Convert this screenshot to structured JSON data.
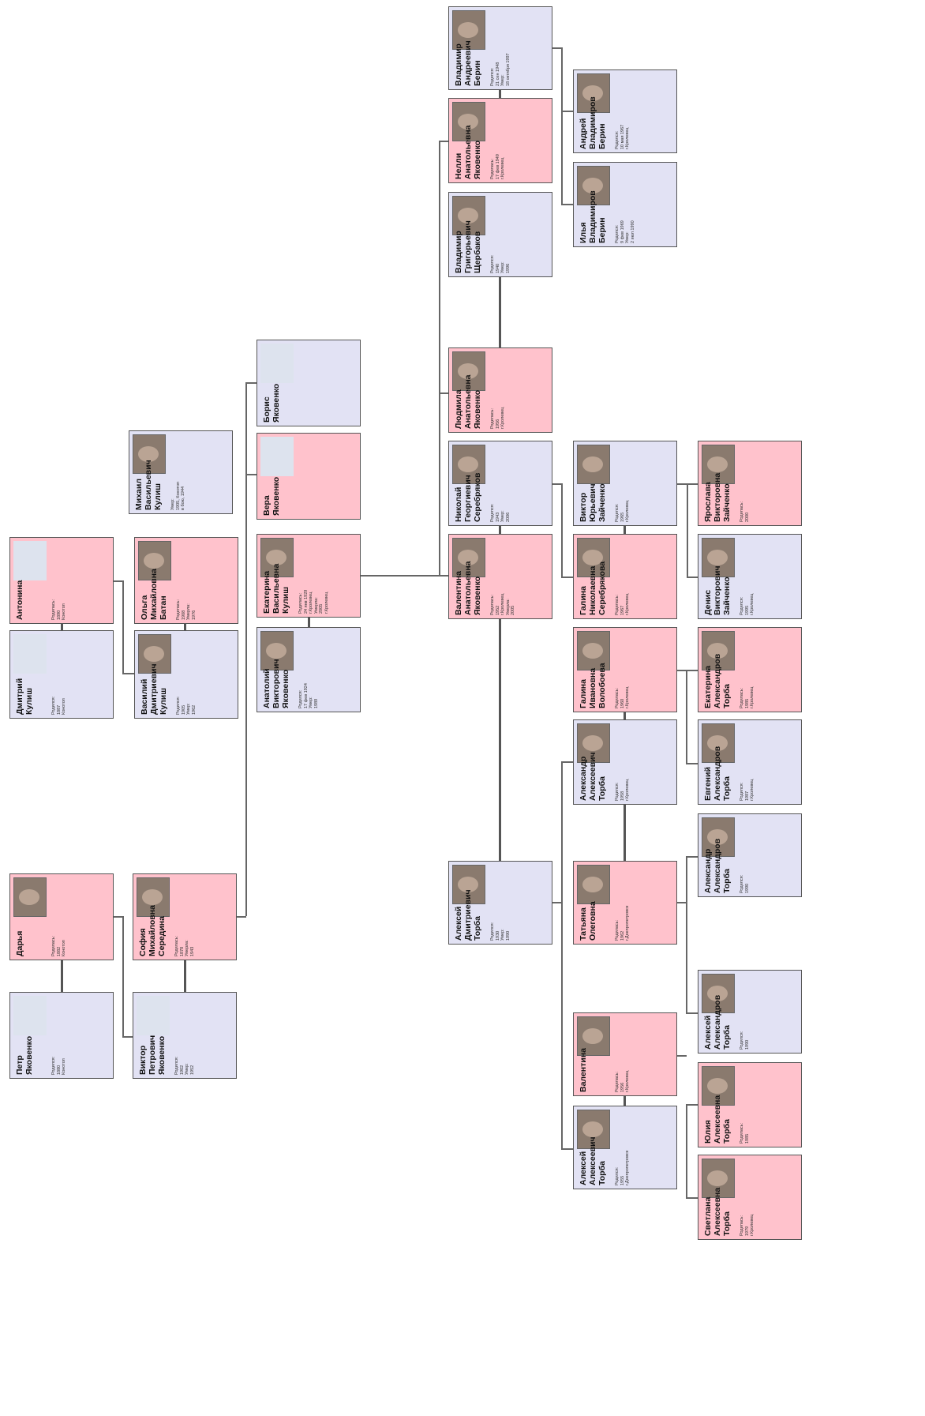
{
  "people": [
    {
      "id": "p1",
      "name": "Дарья",
      "detail": "Родилась:\n1882\nКонотоп",
      "sex": "f",
      "photo": true
    },
    {
      "id": "p2",
      "name": "Петр\nЯковенко",
      "detail": "Родился:\n1880\nКонотоп",
      "sex": "m",
      "photo": false
    },
    {
      "id": "p3",
      "name": "Антонина",
      "detail": "Родилась:\n1890\nКонотоп",
      "sex": "f",
      "photo": false
    },
    {
      "id": "p4",
      "name": "Дмитрий\nКулиш",
      "detail": "Родился:\n1887\nКонотоп",
      "sex": "m",
      "photo": false
    },
    {
      "id": "p5",
      "name": "София\nМихайловна\nСередина",
      "detail": "Родилась:\n1878\nУмерла:\n1943",
      "sex": "f",
      "photo": true
    },
    {
      "id": "p6",
      "name": "Виктор\nПетрович\nЯковенко",
      "detail": "Родился:\n1902\nУмер:\n1952",
      "sex": "m",
      "photo": false
    },
    {
      "id": "p7",
      "name": "Михаил\nВасильевич\nКулиш",
      "detail": "Умер:\n1905, Конотоп\nв бою, 1944",
      "sex": "m",
      "photo": true
    },
    {
      "id": "p8",
      "name": "Ольга\nМихайловна\nБатан",
      "detail": "Родилась:\n1908\nУмерла:\n1976",
      "sex": "f",
      "photo": true
    },
    {
      "id": "p9",
      "name": "Василий\nДмитриевич\nКулиш",
      "detail": "Родился:\n1905\nУмер:\n1962",
      "sex": "m",
      "photo": true
    },
    {
      "id": "p10",
      "name": "Борис\nЯковенко",
      "detail": "",
      "sex": "m",
      "photo": false
    },
    {
      "id": "p11",
      "name": "Вера\nЯковенко",
      "detail": "",
      "sex": "f",
      "photo": false
    },
    {
      "id": "p12",
      "name": "Екатерина\nВасильевна\nКулиш",
      "detail": "Родилась:\n24 янв 1929\nг.Кролевец\nУмерла:\n2005\nг.Кролевец",
      "sex": "f",
      "photo": true
    },
    {
      "id": "p13",
      "name": "Анатолий\nВикторович\nЯковенко",
      "detail": "Родился:\n17 фев 1924\nУмер:\n1989",
      "sex": "m",
      "photo": true
    },
    {
      "id": "p14",
      "name": "Владимир\nАндреевич\nБерин",
      "detail": "Родился:\n21 сен 1948\nУмер:\n18 октября 1997",
      "sex": "m",
      "photo": true
    },
    {
      "id": "p15",
      "name": "Нелли\nАнатольевна\nЯковенко",
      "detail": "Родилась:\n17 фев 1949\nг.Кролевец",
      "sex": "f",
      "photo": true
    },
    {
      "id": "p16",
      "name": "Андрей\nВладимиров\nБерин",
      "detail": "Родился:\n10 мая 1967\nг.Кролевец",
      "sex": "m",
      "photo": true
    },
    {
      "id": "p17",
      "name": "Илья\nВладимиров\nБерин",
      "detail": "Родился:\n9 фев 1969\nУмер:\n2 июл 1990",
      "sex": "m",
      "photo": true
    },
    {
      "id": "p18",
      "name": "Владимир\nГригорьевич\nЩербаков",
      "detail": "Родился:\n1940\nУмер:\n1996",
      "sex": "m",
      "photo": true
    },
    {
      "id": "p19",
      "name": "Людмила\nАнатольевна\nЯковенко",
      "detail": "Родилась:\n1956\nг.Кролевец",
      "sex": "f",
      "photo": true
    },
    {
      "id": "p20",
      "name": "Николай\nГеоргиевич\nСеребряков",
      "detail": "Родился:\n1943\nУмер:\n2006",
      "sex": "m",
      "photo": true
    },
    {
      "id": "p21",
      "name": "Валентина\nАнатольевна\nЯковенко",
      "detail": "Родилась:\n1952\nг.Кролевец\nУмерла:\n2005",
      "sex": "f",
      "photo": true
    },
    {
      "id": "p22",
      "name": "Виктор\nЮрьевич\nЗайченко",
      "detail": "Родился:\n1965\nг.Кролевец",
      "sex": "m",
      "photo": true
    },
    {
      "id": "p23",
      "name": "Галина\nНиколаевна\nСеребрякова",
      "detail": "Родилась:\n1967\nг.Кролевец",
      "sex": "f",
      "photo": true
    },
    {
      "id": "p24",
      "name": "Ярослава\nВикторовна\nЗайченко",
      "detail": "Родилась:\n2000",
      "sex": "f",
      "photo": true
    },
    {
      "id": "p25",
      "name": "Денис\nВикторович\nЗайченко",
      "detail": "Родился:\n1995\nг.Кролевец",
      "sex": "m",
      "photo": true
    },
    {
      "id": "p26",
      "name": "Галина\nИвановна\nВолобоева",
      "detail": "Родилась:\n1960\nг.Кролевец",
      "sex": "f",
      "photo": true
    },
    {
      "id": "p27",
      "name": "Екатерина\nАлександров\nТорба",
      "detail": "Родилась:\n1985\nг.Кролевец",
      "sex": "f",
      "photo": true
    },
    {
      "id": "p28",
      "name": "Александр\nАлексеевич\nТорба",
      "detail": "Родился:\n1958\nг.Кролевец",
      "sex": "m",
      "photo": true
    },
    {
      "id": "p29",
      "name": "Евгений\nАлександров\nТорба",
      "detail": "Родился:\n1987\nг.Кролевец",
      "sex": "m",
      "photo": true
    },
    {
      "id": "p30",
      "name": "Алексей\nДмитриевич\nТорба",
      "detail": "Родился:\n1930\nУмер:\n1990",
      "sex": "m",
      "photo": true
    },
    {
      "id": "p31",
      "name": "Татьяна\nОлеговна",
      "detail": "Родилась:\n1962\nг.Днепропетровск",
      "sex": "f",
      "photo": true
    },
    {
      "id": "p32",
      "name": "Александр\nАлександров\nТорба",
      "detail": "Родился:\n1990",
      "sex": "m",
      "photo": true
    },
    {
      "id": "p33",
      "name": "Алексей\nАлександров\nТорба",
      "detail": "Родился:\n1990",
      "sex": "m",
      "photo": true
    },
    {
      "id": "p34",
      "name": "Валентина",
      "detail": "Родилась:\n1956\nг.Кролевец",
      "sex": "f",
      "photo": true
    },
    {
      "id": "p35",
      "name": "Алексей\nАлексеевич\nТорба",
      "detail": "Родился:\n1955\nг.Днепропетровск",
      "sex": "m",
      "photo": true
    },
    {
      "id": "p36",
      "name": "Юлия\nАлексеевна\nТорба",
      "detail": "Родилась:\n1985",
      "sex": "f",
      "photo": true
    },
    {
      "id": "p37",
      "name": "Светлана\nАлексеевна\nТорба",
      "detail": "Родилась:\n1979\nг.Кролевец",
      "sex": "f",
      "photo": true
    }
  ]
}
